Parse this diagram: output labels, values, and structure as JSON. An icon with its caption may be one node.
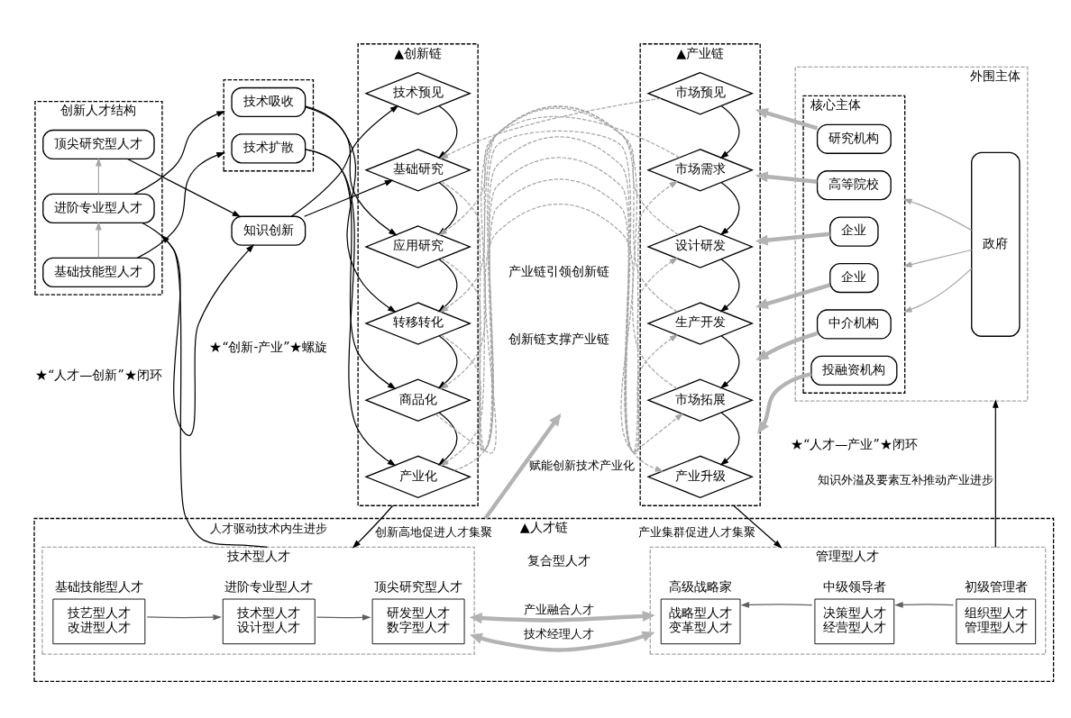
{
  "diagram": {
    "nodes": [
      {
        "text": [
          "创新人才结构"
        ]
      },
      {
        "text": [
          "顶尖研究型人才"
        ],
        "in": 0
      },
      {
        "text": [
          "进阶专业型人才"
        ],
        "in": 0
      },
      {
        "text": [
          "基础技能型人才"
        ],
        "in": 0
      },
      {
        "text": [
          "知识创新"
        ]
      },
      {
        "text": [],
        "shape": "box"
      },
      {
        "text": [
          "技术吸收"
        ],
        "in": 5
      },
      {
        "text": [
          "技术扩散"
        ],
        "in": 5
      },
      {
        "text": [
          "▲创新链"
        ]
      },
      {
        "text": [
          "技术预见"
        ],
        "in": 8
      },
      {
        "text": [
          "基础研究"
        ],
        "in": 8
      },
      {
        "text": [
          "应用研究"
        ],
        "in": 8
      },
      {
        "text": [
          "转移转化"
        ],
        "in": 8
      },
      {
        "text": [
          "商品化"
        ],
        "in": 8
      },
      {
        "text": [
          "产业化"
        ],
        "in": 8
      },
      {
        "text": [
          "▲产业链"
        ]
      },
      {
        "text": [
          "市场预见"
        ],
        "in": 15
      },
      {
        "text": [
          "市场需求"
        ],
        "in": 15
      },
      {
        "text": [
          "设计研发"
        ],
        "in": 15
      },
      {
        "text": [
          "生产开发"
        ],
        "in": 15
      },
      {
        "text": [
          "市场拓展"
        ],
        "in": 15
      },
      {
        "text": [
          "产业升级"
        ],
        "in": 15
      },
      {
        "text": [
          "外围主体"
        ]
      },
      {
        "text": [
          "核心主体"
        ],
        "in": 22
      },
      {
        "text": [
          "研究机构"
        ],
        "in": 23
      },
      {
        "text": [
          "高等院校"
        ],
        "in": 23
      },
      {
        "text": [
          "企业"
        ],
        "in": 23
      },
      {
        "text": [
          "企业"
        ],
        "in": 23
      },
      {
        "text": [
          "中介机构"
        ],
        "in": 23
      },
      {
        "text": [
          "投融资机构"
        ],
        "in": 23
      },
      {
        "text": [
          "政府"
        ],
        "in": 22
      },
      {
        "text": [
          "▲人才链"
        ]
      },
      {
        "text": [
          "技术型人才"
        ],
        "in": 31
      },
      {
        "text": [
          "基础技能型人才",
          "技艺型人才",
          "改进型人才"
        ],
        "in": 32
      },
      {
        "text": [
          "进阶专业型人才",
          "技术型人才",
          "设计型人才"
        ],
        "in": 32
      },
      {
        "text": [
          "顶尖研究型人才",
          "研发型人才",
          "数字型人才"
        ],
        "in": 32
      },
      {
        "text": [
          "管理型人才"
        ],
        "in": 31
      },
      {
        "text": [
          "高级战略家",
          "战略型人才",
          "变革型人才"
        ],
        "in": 36
      },
      {
        "text": [
          "中级领导者",
          "决策型人才",
          "经营型人才"
        ],
        "in": 36
      },
      {
        "text": [
          "初级管理者",
          "组织型人才",
          "管理型人才"
        ],
        "in": 36
      }
    ],
    "edges": [
      {
        "from": 3,
        "to": 2,
        "arrow": "to",
        "color": "#a6a6a6"
      },
      {
        "from": 2,
        "to": 1,
        "arrow": "to",
        "color": "#a6a6a6"
      },
      {
        "from": 1,
        "to": 4,
        "arrow": "to"
      },
      {
        "from": 2,
        "to": 4,
        "arrow": "to"
      },
      {
        "from": 2,
        "to": 5,
        "arrow": "to"
      },
      {
        "from": 3,
        "to": 5,
        "arrow": "to"
      },
      {
        "from": 4,
        "to": 9,
        "arrow": "to"
      },
      {
        "from": 4,
        "to": 10,
        "arrow": "to"
      },
      {
        "from": 6,
        "to": 11,
        "arrow": "to"
      },
      {
        "from": 6,
        "to": 12,
        "arrow": "to"
      },
      {
        "from": 7,
        "to": 13,
        "arrow": "to"
      },
      {
        "from": 7,
        "to": 14,
        "arrow": "to"
      },
      {
        "from": 9,
        "to": 10,
        "arrow": "to"
      },
      {
        "from": 10,
        "to": 11,
        "arrow": "to"
      },
      {
        "from": 11,
        "to": 12,
        "arrow": "to"
      },
      {
        "from": 12,
        "to": 13,
        "arrow": "to"
      },
      {
        "from": 13,
        "to": 14,
        "arrow": "to"
      },
      {
        "from": 16,
        "to": 17,
        "arrow": "to"
      },
      {
        "from": 17,
        "to": 18,
        "arrow": "to"
      },
      {
        "from": 18,
        "to": 19,
        "arrow": "to"
      },
      {
        "from": 19,
        "to": 20,
        "arrow": "to"
      },
      {
        "from": 20,
        "to": 21,
        "arrow": "to"
      },
      {
        "from": 16,
        "to": 10,
        "arrow": "to",
        "style": "dashed",
        "color": "#a6a6a6"
      },
      {
        "from": 10,
        "to": 17,
        "arrow": "to",
        "style": "dashed",
        "color": "#a6a6a6"
      },
      {
        "from": 17,
        "to": 11,
        "arrow": "to",
        "style": "dashed",
        "color": "#a6a6a6"
      },
      {
        "from": 11,
        "to": 18,
        "arrow": "to",
        "style": "dashed",
        "color": "#a6a6a6"
      },
      {
        "from": 18,
        "to": 12,
        "arrow": "to",
        "style": "dashed",
        "color": "#a6a6a6"
      },
      {
        "from": 12,
        "to": 19,
        "arrow": "to",
        "style": "dashed",
        "color": "#a6a6a6"
      },
      {
        "from": 19,
        "to": 13,
        "arrow": "to",
        "style": "dashed",
        "color": "#a6a6a6"
      },
      {
        "from": 13,
        "to": 20,
        "arrow": "to",
        "style": "dashed",
        "color": "#a6a6a6"
      },
      {
        "from": 20,
        "to": 14,
        "arrow": "to",
        "style": "dashed",
        "color": "#a6a6a6"
      },
      {
        "from": 14,
        "to": 21,
        "arrow": "to",
        "style": "dashed",
        "color": "#a6a6a6"
      },
      {
        "from": 24,
        "to": 15,
        "arrow": "to",
        "style": "thick",
        "color": "#b3b3b3"
      },
      {
        "from": 25,
        "to": 15,
        "arrow": "to",
        "style": "thick",
        "color": "#b3b3b3"
      },
      {
        "from": 26,
        "to": 15,
        "arrow": "to",
        "style": "thick",
        "color": "#b3b3b3"
      },
      {
        "from": 27,
        "to": 15,
        "arrow": "to",
        "style": "thick",
        "color": "#b3b3b3"
      },
      {
        "from": 28,
        "to": 15,
        "arrow": "to",
        "style": "thick",
        "color": "#b3b3b3"
      },
      {
        "from": 29,
        "to": 15,
        "arrow": "to",
        "style": "thick",
        "color": "#b3b3b3"
      },
      {
        "from": 30,
        "to": 23,
        "arrow": "to",
        "color": "#a6a6a6"
      },
      {
        "from": 30,
        "to": 23,
        "arrow": "to",
        "color": "#a6a6a6"
      },
      {
        "from": 30,
        "to": 23,
        "arrow": "to",
        "color": "#a6a6a6"
      },
      {
        "from": 8,
        "to": 32,
        "arrow": "to",
        "label": "创新高地促进人才集聚"
      },
      {
        "from": 15,
        "to": 36,
        "arrow": "to",
        "label": "产业集群促进人才集聚"
      },
      {
        "from": 31,
        "to": null,
        "arrow": "to",
        "label": "赋能创新技术产业化",
        "style": "thick",
        "color": "#b3b3b3"
      },
      {
        "from": 32,
        "to": 0,
        "arrow": "to",
        "label": "人才驱动技术内生进步"
      },
      {
        "from": 36,
        "to": 22,
        "arrow": "to",
        "label": "知识外溢及要素互补推动产业进步"
      },
      {
        "from": 33,
        "to": 34,
        "arrow": "to",
        "color": "#606060"
      },
      {
        "from": 34,
        "to": 35,
        "arrow": "to",
        "color": "#606060"
      },
      {
        "from": 39,
        "to": 38,
        "arrow": "to",
        "color": "#606060"
      },
      {
        "from": 38,
        "to": 37,
        "arrow": "to",
        "color": "#606060"
      },
      {
        "from": 32,
        "to": 36,
        "arrow": "both",
        "label": "技术经理人才",
        "style": "thick",
        "color": "#b3b3b3"
      },
      {
        "from": 32,
        "to": 36,
        "arrow": "both",
        "label": "产业融合人才",
        "style": "thick",
        "color": "#b3b3b3"
      }
    ],
    "labels": [
      "★“创新-产业”★螺旋",
      "产业链引领创新链",
      "创新链支撑产业链",
      "★“人才—创新”★闭环",
      "★“人才—产业”★闭环",
      "复合型人才"
    ]
  }
}
